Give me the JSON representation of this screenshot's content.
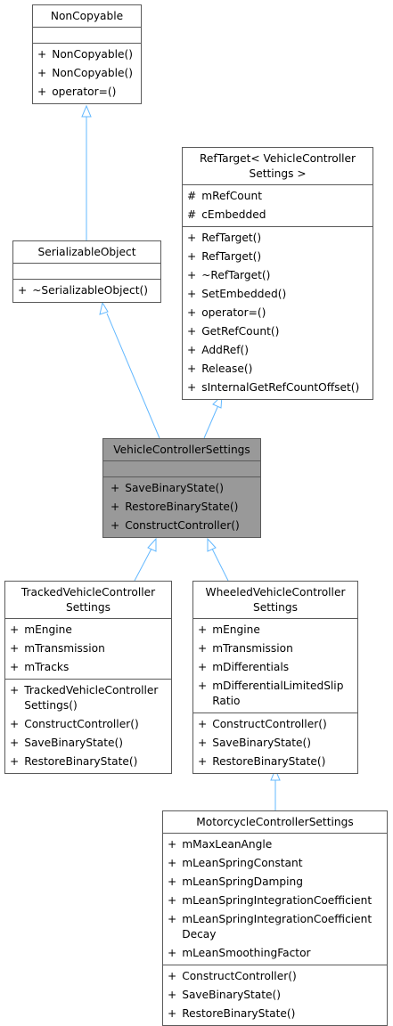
{
  "diagram": {
    "classes": [
      {
        "id": "noncopyable",
        "name": "NonCopyable",
        "attributes": [],
        "methods": [
          {
            "vis": "+",
            "text": "NonCopyable()"
          },
          {
            "vis": "+",
            "text": "NonCopyable()"
          },
          {
            "vis": "+",
            "text": "operator=()"
          }
        ]
      },
      {
        "id": "reftarget",
        "name": "RefTarget< VehicleController\nSettings >",
        "attributes": [
          {
            "vis": "#",
            "text": "mRefCount"
          },
          {
            "vis": "#",
            "text": "cEmbedded"
          }
        ],
        "methods": [
          {
            "vis": "+",
            "text": "RefTarget()"
          },
          {
            "vis": "+",
            "text": "RefTarget()"
          },
          {
            "vis": "+",
            "text": "~RefTarget()"
          },
          {
            "vis": "+",
            "text": "SetEmbedded()"
          },
          {
            "vis": "+",
            "text": "operator=()"
          },
          {
            "vis": "+",
            "text": "GetRefCount()"
          },
          {
            "vis": "+",
            "text": "AddRef()"
          },
          {
            "vis": "+",
            "text": "Release()"
          },
          {
            "vis": "+",
            "text": "sInternalGetRefCountOffset()"
          }
        ]
      },
      {
        "id": "serializable",
        "name": "SerializableObject",
        "attributes": [],
        "methods": [
          {
            "vis": "+",
            "text": "~SerializableObject()"
          }
        ]
      },
      {
        "id": "vcs",
        "name": "VehicleControllerSettings",
        "attributes": [],
        "methods": [
          {
            "vis": "+",
            "text": "SaveBinaryState()"
          },
          {
            "vis": "+",
            "text": "RestoreBinaryState()"
          },
          {
            "vis": "+",
            "text": "ConstructController()"
          }
        ]
      },
      {
        "id": "tracked",
        "name": "TrackedVehicleController\nSettings",
        "attributes": [
          {
            "vis": "+",
            "text": "mEngine"
          },
          {
            "vis": "+",
            "text": "mTransmission"
          },
          {
            "vis": "+",
            "text": "mTracks"
          }
        ],
        "methods": [
          {
            "vis": "+",
            "text": "TrackedVehicleController\nSettings()"
          },
          {
            "vis": "+",
            "text": "ConstructController()"
          },
          {
            "vis": "+",
            "text": "SaveBinaryState()"
          },
          {
            "vis": "+",
            "text": "RestoreBinaryState()"
          }
        ]
      },
      {
        "id": "wheeled",
        "name": "WheeledVehicleController\nSettings",
        "attributes": [
          {
            "vis": "+",
            "text": "mEngine"
          },
          {
            "vis": "+",
            "text": "mTransmission"
          },
          {
            "vis": "+",
            "text": "mDifferentials"
          },
          {
            "vis": "+",
            "text": "mDifferentialLimitedSlip\nRatio"
          }
        ],
        "methods": [
          {
            "vis": "+",
            "text": "ConstructController()"
          },
          {
            "vis": "+",
            "text": "SaveBinaryState()"
          },
          {
            "vis": "+",
            "text": "RestoreBinaryState()"
          }
        ]
      },
      {
        "id": "motorcycle",
        "name": "MotorcycleControllerSettings",
        "attributes": [
          {
            "vis": "+",
            "text": "mMaxLeanAngle"
          },
          {
            "vis": "+",
            "text": "mLeanSpringConstant"
          },
          {
            "vis": "+",
            "text": "mLeanSpringDamping"
          },
          {
            "vis": "+",
            "text": "mLeanSpringIntegrationCoefficient"
          },
          {
            "vis": "+",
            "text": "mLeanSpringIntegrationCoefficient\nDecay"
          },
          {
            "vis": "+",
            "text": "mLeanSmoothingFactor"
          }
        ],
        "methods": [
          {
            "vis": "+",
            "text": "ConstructController()"
          },
          {
            "vis": "+",
            "text": "SaveBinaryState()"
          },
          {
            "vis": "+",
            "text": "RestoreBinaryState()"
          }
        ]
      }
    ],
    "colors": {
      "edge": "#63b8ff",
      "border": "#5a5a5a",
      "highlight": "#999999"
    }
  }
}
